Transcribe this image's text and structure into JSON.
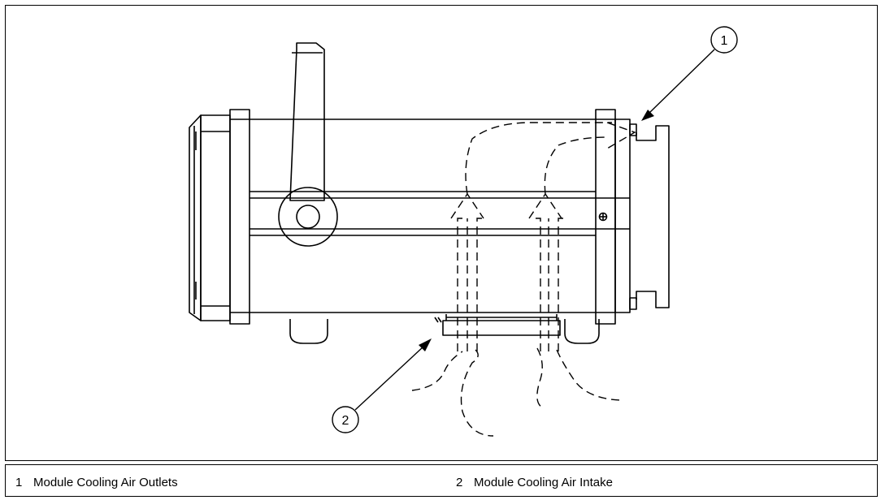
{
  "figure": {
    "callouts": [
      {
        "id": "1"
      },
      {
        "id": "2"
      }
    ]
  },
  "legend": {
    "items": [
      {
        "number": "1",
        "label": "Module Cooling Air Outlets"
      },
      {
        "number": "2",
        "label": "Module Cooling Air Intake"
      }
    ]
  },
  "colors": {
    "line": "#000000",
    "background": "#ffffff"
  }
}
